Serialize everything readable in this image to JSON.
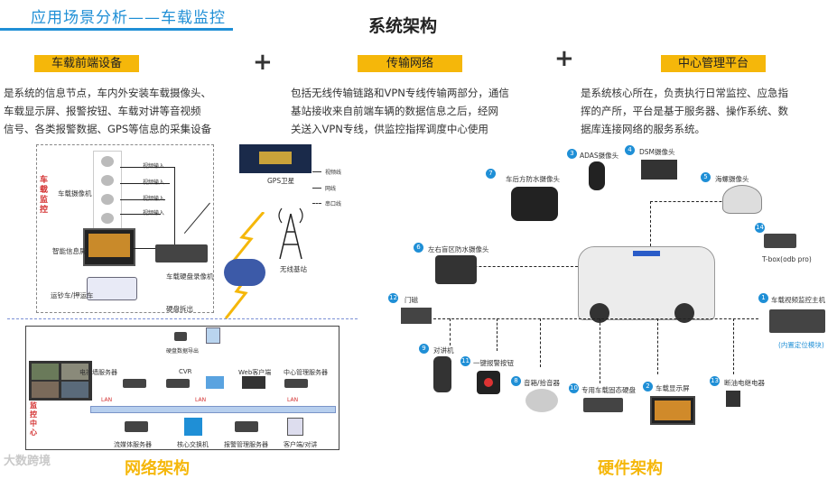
{
  "header": {
    "title": "应用场景分析——车载监控"
  },
  "main_title": "系统架构",
  "columns": [
    {
      "tag": "车载前端设备",
      "description": [
        "是系统的信息节点，车内外安装车载摄像头、",
        "车载显示屏、报警按钮、车载对讲等音视频",
        "信号、各类报警数据、GPS等信息的采集设备"
      ]
    },
    {
      "tag": "传输网络",
      "description": [
        "包括无线传输链路和VPN专线传输两部分，通信",
        "基站接收来自前端车辆的数据信息之后，经网",
        "关送入VPN专线，供监控指挥调度中心使用"
      ]
    },
    {
      "tag": "中心管理平台",
      "description": [
        "是系统核心所在，负责执行日常监控、应急指",
        "挥的产所，平台是基于服务器、操作系统、数",
        "据库连接网络的服务系统。"
      ]
    }
  ],
  "network": {
    "vehicle_label": "车载监控",
    "center_label": "监控中心",
    "gps_label": "GPS卫星",
    "base_label": "无线基站",
    "camera_label": "车载摄像机",
    "display_label": "智能信息屏",
    "truck_label": "运钞车/押运车",
    "dvr_label": "车载硬盘录像机",
    "hdd_label": "硬盘拆出",
    "hdd_export_label": "硬盘数据导出",
    "legend": [
      "视频线",
      "网线",
      "串口线"
    ],
    "lines": [
      "视频输入",
      "视频输入",
      "视频输入",
      "视频输入"
    ],
    "servers_top": [
      "电视墙服务器",
      "CVR",
      "",
      "Web客户端",
      "中心管理服务器"
    ],
    "servers_bottom": [
      "流媒体服务器",
      "核心交换机",
      "报警管理服务器",
      "客户端/对讲"
    ],
    "lan": [
      "LAN",
      "LAN",
      "LAN"
    ]
  },
  "hardware": [
    {
      "num": "1",
      "label": "车载视频监控主机",
      "sub": "(内置定位模块)"
    },
    {
      "num": "2",
      "label": "车载显示屏"
    },
    {
      "num": "3",
      "label": "ADAS摄像头"
    },
    {
      "num": "4",
      "label": "DSM摄像头"
    },
    {
      "num": "5",
      "label": "海螺摄像头"
    },
    {
      "num": "6",
      "label": "左右盲区防水摄像头"
    },
    {
      "num": "7",
      "label": "车后方防水摄像头"
    },
    {
      "num": "8",
      "label": "音箱/拾音器"
    },
    {
      "num": "9",
      "label": "对讲机"
    },
    {
      "num": "10",
      "label": "专用车载固态硬盘"
    },
    {
      "num": "11",
      "label": "一键报警按钮"
    },
    {
      "num": "12",
      "label": "门磁"
    },
    {
      "num": "13",
      "label": "断油电继电器"
    },
    {
      "num": "14",
      "label": "T-box(odb pro)"
    }
  ],
  "bottom": {
    "left": "网络架构",
    "right": "硬件架构",
    "watermark": "大数跨境"
  },
  "colors": {
    "accent": "#1f8fd6",
    "tag": "#f5b70a"
  }
}
